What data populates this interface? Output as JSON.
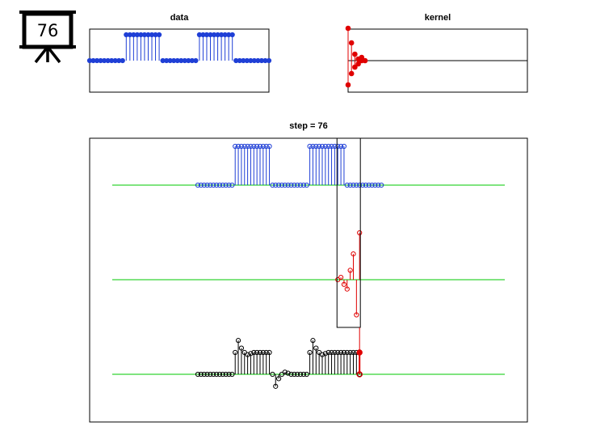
{
  "step_indicator": {
    "value": "76",
    "icon": "presentation-board-icon"
  },
  "chart_data": [
    {
      "id": "data",
      "type": "stem",
      "title": "data",
      "color": "#1f3fd6",
      "marker": "filled-circle",
      "xlim": [
        0,
        50
      ],
      "ylim": [
        -1.0,
        1.0
      ],
      "grid": false,
      "segments": [
        {
          "x_from": 0,
          "x_to": 10,
          "y": 0
        },
        {
          "x_from": 10,
          "x_to": 20,
          "y": 1
        },
        {
          "x_from": 20,
          "x_to": 30,
          "y": 0
        },
        {
          "x_from": 30,
          "x_to": 40,
          "y": 1
        },
        {
          "x_from": 40,
          "x_to": 50,
          "y": 0
        }
      ]
    },
    {
      "id": "kernel",
      "type": "stem",
      "title": "kernel",
      "color": "#e00000",
      "marker": "filled-circle",
      "xlim": [
        0,
        50
      ],
      "ylim": [
        -1.0,
        1.0
      ],
      "grid": false,
      "x": [
        0,
        1,
        2,
        3,
        4,
        5
      ],
      "y": [
        1.0,
        0.55,
        0.2,
        0.05,
        0.1,
        0.0
      ],
      "x2": [
        0,
        1,
        2,
        3,
        4
      ],
      "y2": [
        -0.75,
        -0.4,
        -0.2,
        -0.1,
        0.0
      ]
    },
    {
      "id": "step",
      "type": "stem",
      "title": "step = 76",
      "step": 76,
      "xlim": [
        -6,
        114
      ],
      "grid": false,
      "baseline_color": "#00c800",
      "window": {
        "x_from": 69,
        "x_to": 76
      },
      "series": [
        {
          "name": "",
          "color": "#1f3fd6",
          "marker": "open-circle",
          "segments": [
            {
              "x_from": 0,
              "x_to": 12,
              "y": 0
            },
            {
              "x_from": 12,
              "x_to": 24,
              "y": 1
            },
            {
              "x_from": 24,
              "x_to": 36,
              "y": 0
            },
            {
              "x_from": 36,
              "x_to": 48,
              "y": 1
            },
            {
              "x_from": 48,
              "x_to": 60,
              "y": 0
            }
          ],
          "x_offset": 24
        },
        {
          "name": "",
          "color": "#e00000",
          "marker": "open-circle",
          "x": [
            69,
            70,
            71,
            72,
            73,
            74,
            75,
            76
          ],
          "y": [
            0.0,
            0.05,
            -0.1,
            -0.2,
            0.2,
            0.55,
            -0.75,
            1.0
          ]
        },
        {
          "name": "",
          "color": "#000000",
          "marker": "open-circle",
          "x": [
            24,
            25,
            26,
            27,
            28,
            29,
            30,
            31,
            32,
            33,
            34,
            35,
            36,
            37,
            38,
            39,
            40,
            41,
            42,
            43,
            44,
            45,
            46,
            47,
            48,
            49,
            50,
            51,
            52,
            53,
            54,
            55,
            56,
            57,
            58,
            59,
            60,
            61,
            62,
            63,
            64,
            65,
            66,
            67,
            68,
            69,
            70,
            71,
            72,
            73,
            74,
            75,
            76
          ],
          "y": [
            0,
            0,
            0,
            0,
            0,
            0,
            0,
            0,
            0,
            0,
            0,
            0,
            1.0,
            1.55,
            1.2,
            1.0,
            0.9,
            0.95,
            1.0,
            1.0,
            1.0,
            1.0,
            1.0,
            1.0,
            0.0,
            -0.55,
            -0.2,
            0.0,
            0.1,
            0.05,
            0.0,
            0.0,
            0.0,
            0.0,
            0.0,
            0.0,
            1.0,
            1.55,
            1.2,
            1.0,
            0.9,
            0.95,
            1.0,
            1.0,
            1.0,
            1.0,
            1.0,
            1.0,
            1.0,
            1.0,
            1.0,
            1.0,
            0.0
          ]
        }
      ],
      "highlight": {
        "x": 76,
        "y_from": 0.0,
        "y_to": 1.0,
        "color": "#e00000"
      }
    }
  ]
}
